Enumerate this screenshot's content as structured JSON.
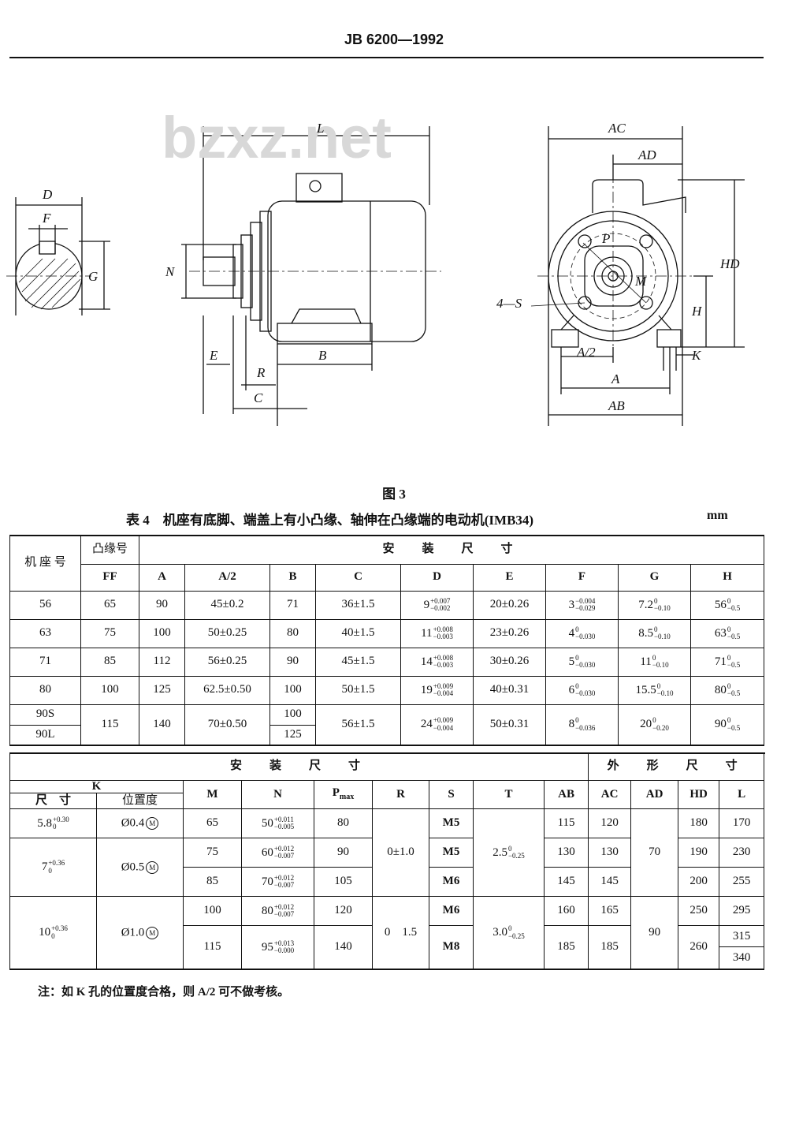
{
  "header": {
    "code": "JB 6200—1992"
  },
  "watermark": "bzxz.net",
  "figure": {
    "caption": "图 3",
    "labels": {
      "D": "D",
      "F": "F",
      "G": "G",
      "L": "L",
      "N": "N",
      "E": "E",
      "R": "R",
      "B": "B",
      "C": "C",
      "AC": "AC",
      "AD": "AD",
      "HD": "HD",
      "H": "H",
      "P": "P",
      "M": "M",
      "S": "4—S",
      "A2": "A/2",
      "A": "A",
      "AB": "AB",
      "K": "K"
    }
  },
  "table4": {
    "caption": "表 4　机座有底脚、端盖上有小凸缘、轴伸在凸缘端的电动机(IMB34)",
    "unit": "mm",
    "h_frame": "机 座 号",
    "h_flange": "凸缘号",
    "h_install": "安　装　尺　寸",
    "cols": [
      "FF",
      "A",
      "A/2",
      "B",
      "C",
      "D",
      "E",
      "F",
      "G",
      "H"
    ],
    "rows": [
      {
        "frame": "56",
        "ff": "65",
        "a": "90",
        "a2": "45±0.2",
        "b": "71",
        "c": "36±1.5",
        "d": "9",
        "d_up": "+0.007",
        "d_lo": "−0.002",
        "e": "20±0.26",
        "f": "3",
        "f_up": "−0.004",
        "f_lo": "−0.029",
        "g": "7.2",
        "g_up": "0",
        "g_lo": "−0.10",
        "h": "56",
        "h_up": "0",
        "h_lo": "−0.5"
      },
      {
        "frame": "63",
        "ff": "75",
        "a": "100",
        "a2": "50±0.25",
        "b": "80",
        "c": "40±1.5",
        "d": "11",
        "d_up": "+0.008",
        "d_lo": "−0.003",
        "e": "23±0.26",
        "f": "4",
        "f_up": "0",
        "f_lo": "−0.030",
        "g": "8.5",
        "g_up": "0",
        "g_lo": "−0.10",
        "h": "63",
        "h_up": "0",
        "h_lo": "−0.5"
      },
      {
        "frame": "71",
        "ff": "85",
        "a": "112",
        "a2": "56±0.25",
        "b": "90",
        "c": "45±1.5",
        "d": "14",
        "d_up": "+0.008",
        "d_lo": "−0.003",
        "e": "30±0.26",
        "f": "5",
        "f_up": "0",
        "f_lo": "−0.030",
        "g": "11",
        "g_up": "0",
        "g_lo": "−0.10",
        "h": "71",
        "h_up": "0",
        "h_lo": "−0.5"
      },
      {
        "frame": "80",
        "ff": "100",
        "a": "125",
        "a2": "62.5±0.50",
        "b": "100",
        "c": "50±1.5",
        "d": "19",
        "d_up": "+0.009",
        "d_lo": "−0.004",
        "e": "40±0.31",
        "f": "6",
        "f_up": "0",
        "f_lo": "−0.030",
        "g": "15.5",
        "g_up": "0",
        "g_lo": "−0.10",
        "h": "80",
        "h_up": "0",
        "h_lo": "−0.5"
      }
    ],
    "row90": {
      "frame_s": "90S",
      "frame_l": "90L",
      "ff": "115",
      "a": "140",
      "a2": "70±0.50",
      "b_s": "100",
      "b_l": "125",
      "c": "56±1.5",
      "d": "24",
      "d_up": "+0.009",
      "d_lo": "−0.004",
      "e": "50±0.31",
      "f": "8",
      "f_up": "0",
      "f_lo": "−0.036",
      "g": "20",
      "g_up": "0",
      "g_lo": "−0.20",
      "h": "90",
      "h_up": "0",
      "h_lo": "−0.5"
    }
  },
  "table4b": {
    "h_install": "安　装　尺　寸",
    "h_outline": "外　形　尺　寸",
    "h_k": "K",
    "h_k_size": "尺　寸",
    "h_k_pos": "位置度",
    "cols": {
      "m": "M",
      "n": "N",
      "p": "P",
      "p_sub": "max",
      "r": "R",
      "s": "S",
      "t": "T",
      "ab": "AB",
      "ac": "AC",
      "ad": "AD",
      "hd": "HD",
      "l": "L"
    },
    "k1": "5.8",
    "k1_up": "+0.30",
    "k1_lo": "0",
    "pos1": "Ø0.4",
    "k2": "7",
    "k2_up": "+0.36",
    "k2_lo": "0",
    "pos2": "Ø0.5",
    "k3": "10",
    "k3_up": "+0.36",
    "k3_lo": "0",
    "pos3": "Ø1.0",
    "mmc": "M",
    "rows": [
      {
        "m": "65",
        "n": "50",
        "n_up": "+0.011",
        "n_lo": "−0.005",
        "p": "80",
        "s": "M5",
        "ab": "115",
        "ac": "120",
        "hd": "180",
        "l": "170"
      },
      {
        "m": "75",
        "n": "60",
        "n_up": "+0.012",
        "n_lo": "−0.007",
        "p": "90",
        "s": "M5",
        "ab": "130",
        "ac": "130",
        "hd": "190",
        "l": "230"
      },
      {
        "m": "85",
        "n": "70",
        "n_up": "+0.012",
        "n_lo": "−0.007",
        "p": "105",
        "s": "M6",
        "ab": "145",
        "ac": "145",
        "hd": "200",
        "l": "255"
      },
      {
        "m": "100",
        "n": "80",
        "n_up": "+0.012",
        "n_lo": "−0.007",
        "p": "120",
        "s": "M6",
        "ab": "160",
        "ac": "165",
        "hd": "250",
        "l": "295"
      },
      {
        "m": "115",
        "n": "95",
        "n_up": "+0.013",
        "n_lo": "−0.000",
        "p": "140",
        "s": "M8",
        "ab": "185",
        "ac": "185",
        "hd": "260",
        "l1": "315",
        "l2": "340"
      }
    ],
    "r1": "0±1.0",
    "r2": "0　1.5",
    "t1": "2.5",
    "t1_up": "0",
    "t1_lo": "−0.25",
    "t2": "3.0",
    "t2_up": "0",
    "t2_lo": "−0.25",
    "ad1": "70",
    "ad2": "90"
  },
  "note": "注：如 K 孔的位置度合格，则 A/2 可不做考核。"
}
